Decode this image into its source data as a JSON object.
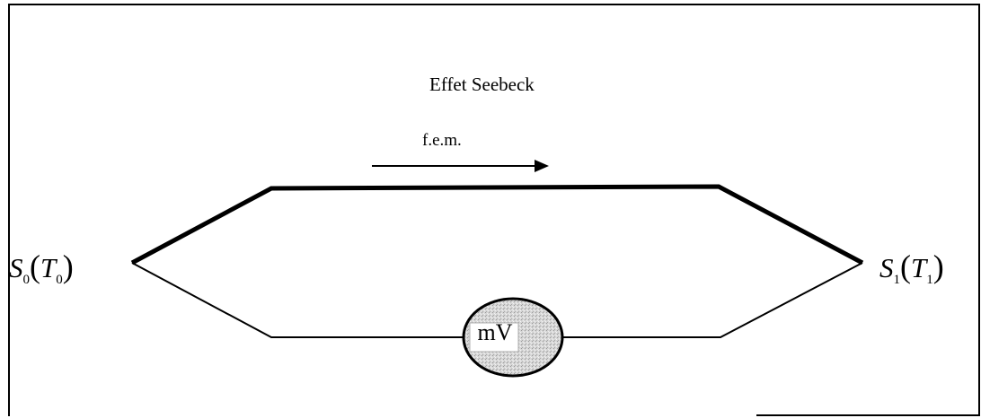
{
  "title": "Effet Seebeck",
  "arrow_label": "f.e.m.",
  "junction_left": {
    "symbol": "S",
    "symbol_sub": "0",
    "temp": "T",
    "temp_sub": "0"
  },
  "junction_right": {
    "symbol": "S",
    "symbol_sub": "1",
    "temp": "T",
    "temp_sub": "1"
  },
  "meter": {
    "label": "mV",
    "fill_color": "#d4d4d4"
  },
  "colors": {
    "line": "#000000",
    "background": "#ffffff"
  }
}
